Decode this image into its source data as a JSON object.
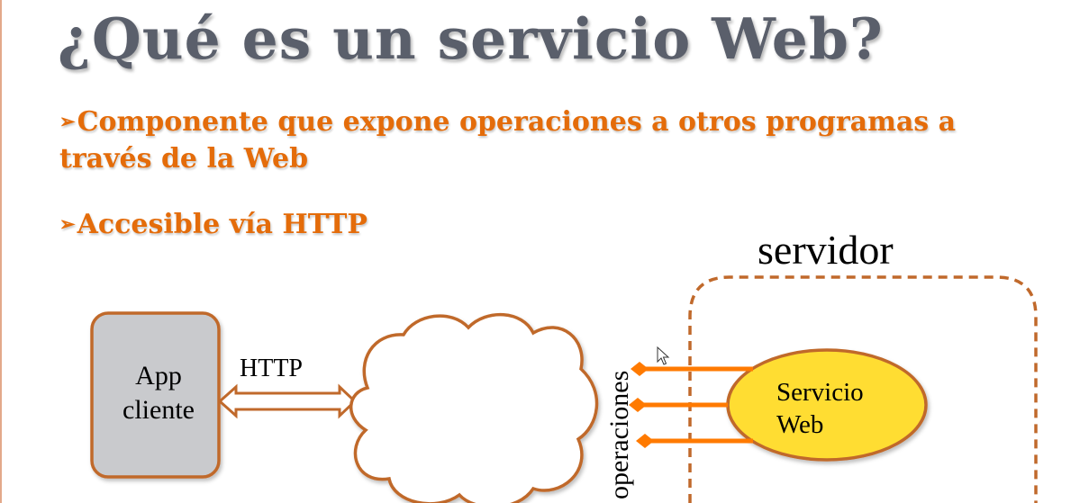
{
  "slide": {
    "title": "¿Qué es un servicio Web?",
    "bullets": [
      "Componente que expone operaciones a otros programas a través de la Web",
      "Accesible vía HTTP"
    ],
    "bullet_symbol": "➢"
  },
  "diagram": {
    "server_label": "servidor",
    "client_label_line1": "App",
    "client_label_line2": "cliente",
    "protocol_label": "HTTP",
    "operations_label": "operaciones",
    "service_label_line1": "Servicio",
    "service_label_line2": "Web"
  },
  "colors": {
    "title": "#5a5f6b",
    "bullet_text": "#e46c0a",
    "diagram_outline": "#c0692b",
    "operation_arrows": "#ff7a00",
    "client_box_fill": "#c9cacd",
    "service_fill": "#ffdd33"
  }
}
